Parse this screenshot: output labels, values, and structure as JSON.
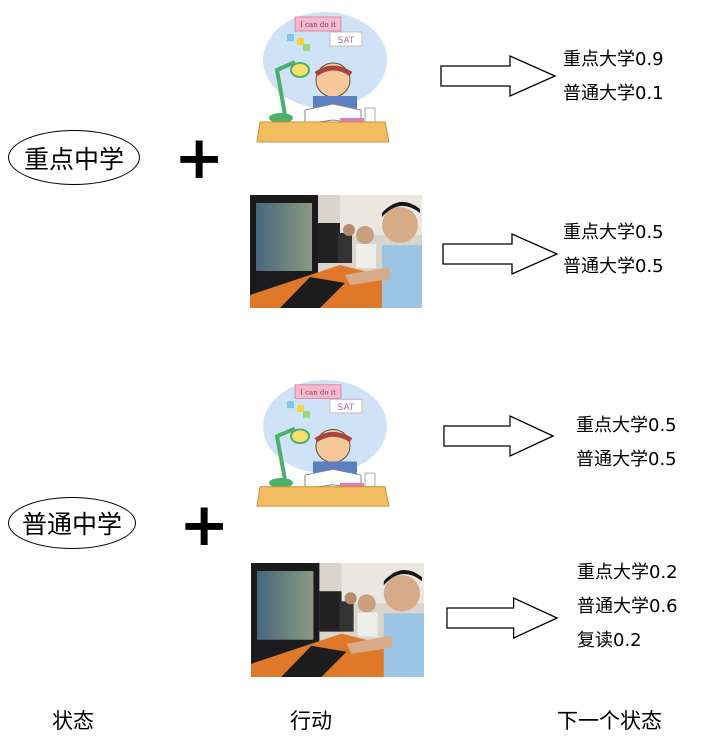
{
  "states": [
    "重点中学",
    "普通中学"
  ],
  "plus": "+",
  "cartoon_lettering": [
    "I can do it",
    "SAT"
  ],
  "outcomes": [
    [
      "重点大学0.9",
      "普通大学0.1"
    ],
    [
      "重点大学0.5",
      "普通大学0.5"
    ],
    [
      "重点大学0.5",
      "普通大学0.5"
    ],
    [
      "重点大学0.2",
      "普通大学0.6",
      "复读0.2"
    ]
  ],
  "labels": {
    "state": "状态",
    "action": "行动",
    "next_state": "下一个状态"
  }
}
